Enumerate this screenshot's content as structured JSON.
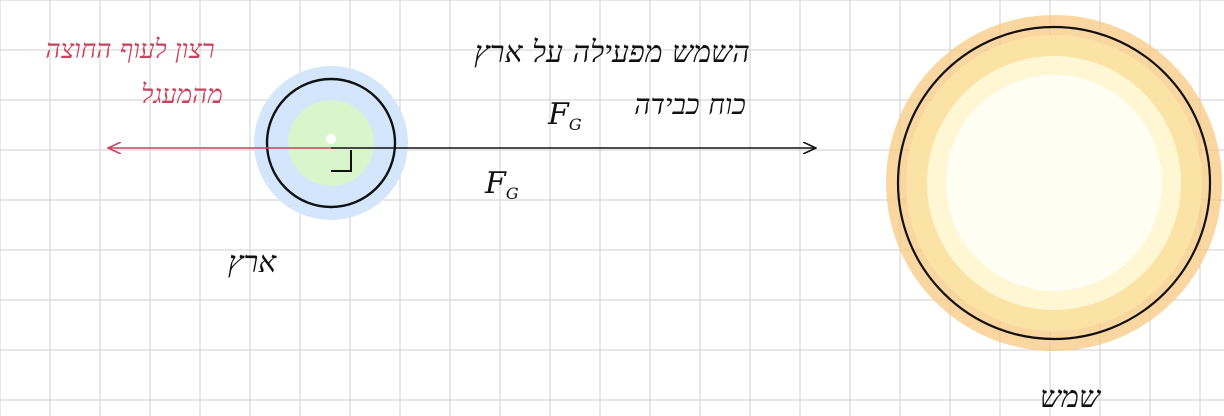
{
  "labels": {
    "earth_name": "ארץ",
    "sun_name": "שמש",
    "sun_on_earth_line1": "השמש מפעילה על ארץ",
    "sun_on_earth_line2": "כוח כבידה",
    "force_symbol": "F",
    "force_subscript": "G",
    "desire_line1": "רצון לעוף החוצה",
    "desire_line2": "מהמעגל"
  },
  "colors": {
    "grid": "#cfcfcf",
    "ink": "#111111",
    "red_ink": "#c9415c",
    "earth_halo": "#d3e6fb",
    "earth_core": "#d8f5cc",
    "sun_outer": "#f8c981",
    "sun_ring": "#fbe3a6",
    "sun_inner": "#fff7d4",
    "sun_core": "#fffef3"
  }
}
